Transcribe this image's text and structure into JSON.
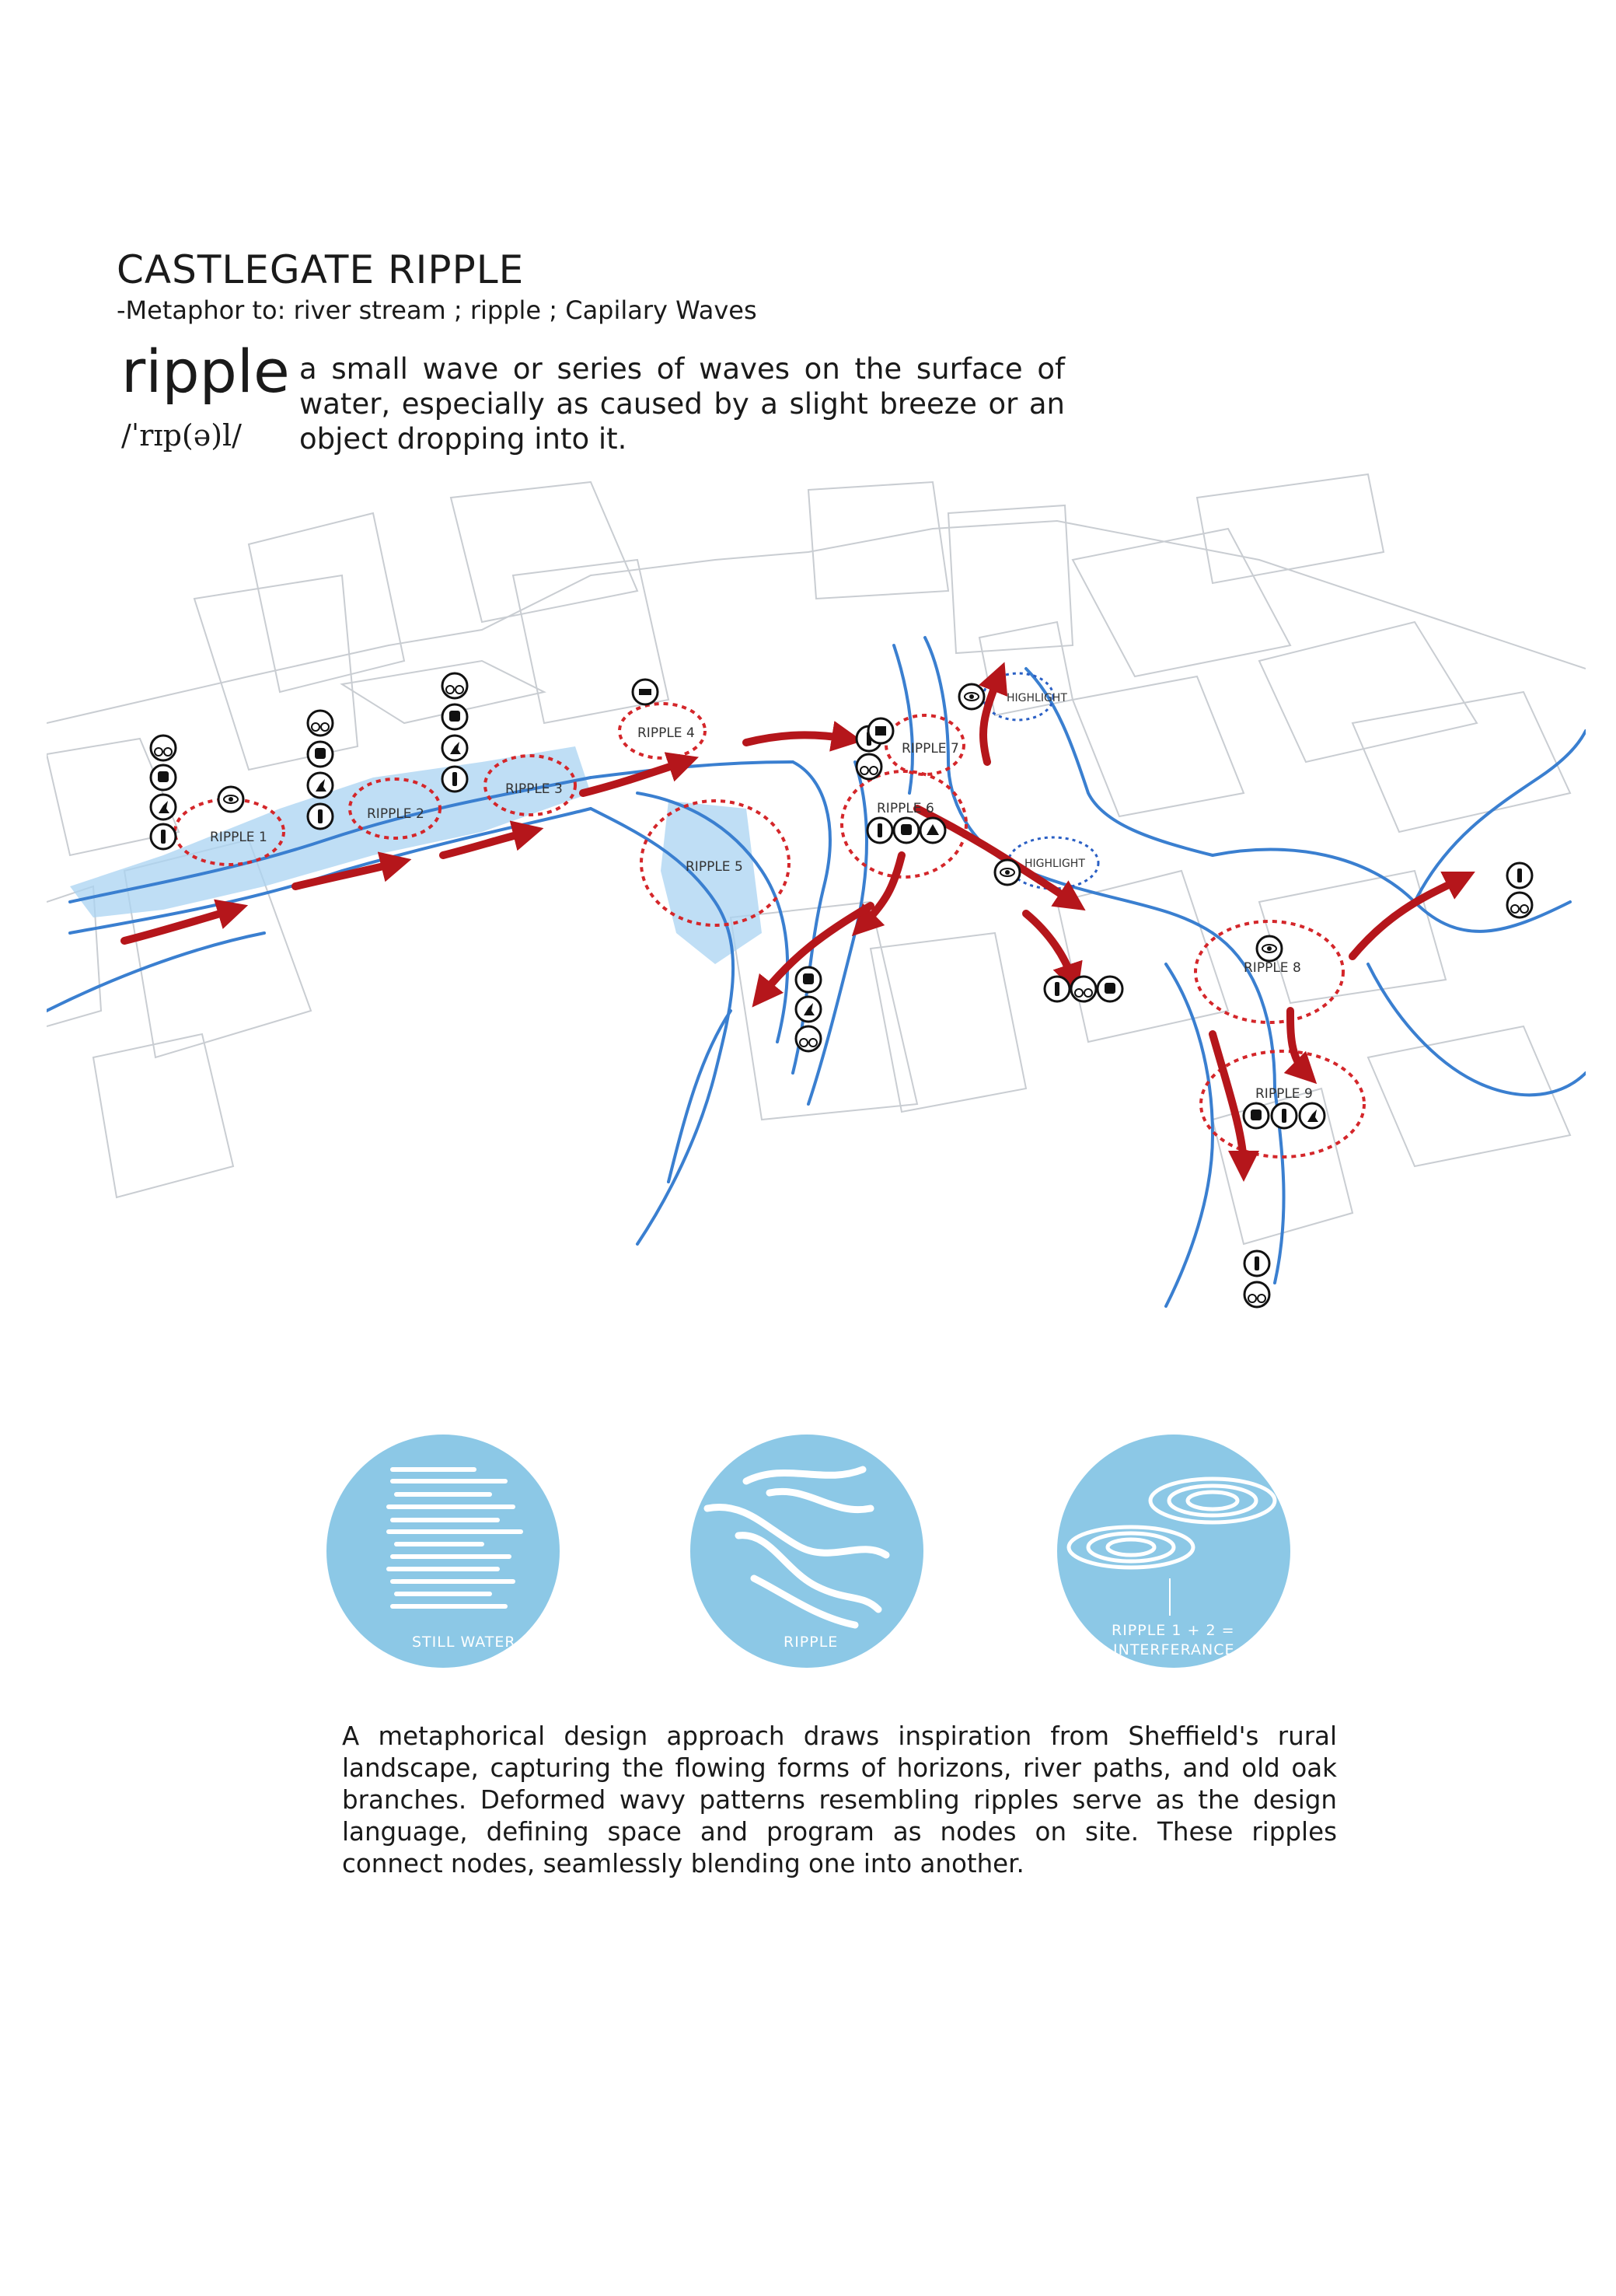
{
  "header": {
    "title": "CASTLEGATE RIPPLE",
    "subtitle": "-Metaphor to: river stream ; ripple ; Capilary Waves"
  },
  "definition": {
    "word": "ripple",
    "pronunciation": "/ˈrɪp(ə)l/",
    "text": "a small wave or series of waves on the surface of water, especially as caused by a slight breeze or an object dropping into it."
  },
  "map": {
    "nodes": [
      "RIPPLE 1",
      "RIPPLE 2",
      "RIPPLE 3",
      "RIPPLE 4",
      "RIPPLE 5",
      "RIPPLE 6",
      "RIPPLE 7",
      "RIPPLE 8",
      "RIPPLE 9"
    ],
    "highlights": [
      "HIGHLIGHT",
      "HIGHLIGHT"
    ],
    "colors": {
      "node_ring": "#d4262a",
      "arrow": "#b5161b",
      "stream": "#3a7fd0",
      "highlight_ring": "#2a5fc4",
      "building_line": "#c9cdd2",
      "water_fill": "#a9d3f2"
    },
    "icons": [
      "cycling-icon",
      "seated-person-icon",
      "running-icon",
      "walking-icon",
      "viewpoint-eye-icon",
      "picnic-icon",
      "family-icon",
      "event-icon"
    ]
  },
  "concepts": [
    {
      "label": "STILL WATER"
    },
    {
      "label": "RIPPLE"
    },
    {
      "label_line1": "RIPPLE 1 + 2 =",
      "label_line2": "INTERFERANCE"
    }
  ],
  "description": "A metaphorical design approach draws inspiration from Sheffield's rural landscape, capturing the flowing forms of horizons, river paths, and old oak branches. Deformed wavy patterns resembling ripples serve as the design language, defining space and program as nodes on site. These ripples connect nodes, seamlessly blending one into another."
}
